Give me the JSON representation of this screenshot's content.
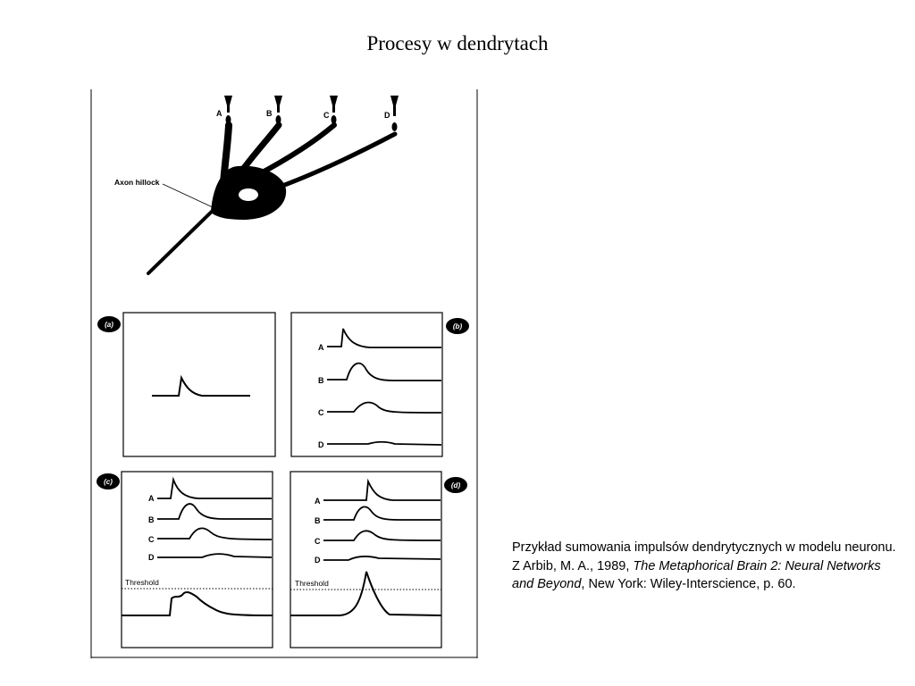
{
  "slide": {
    "title": "Procesy w dendrytach"
  },
  "figure": {
    "dendrite_labels": [
      "A",
      "B",
      "C",
      "D"
    ],
    "axon_hillock_label": "Axon hillock",
    "panels": [
      {
        "id": "a",
        "label": "(a)"
      },
      {
        "id": "b",
        "label": "(b)",
        "trace_labels": [
          "A",
          "B",
          "C",
          "D"
        ]
      },
      {
        "id": "c",
        "label": "(c)",
        "trace_labels": [
          "A",
          "B",
          "C",
          "D"
        ],
        "threshold_label": "Threshold"
      },
      {
        "id": "d",
        "label": "(d)",
        "trace_labels": [
          "A",
          "B",
          "C",
          "D"
        ],
        "threshold_label": "Threshold"
      }
    ]
  },
  "caption": {
    "text_before": "Przykład sumowania impulsów dendrytycznych w modelu neuronu. Z Arbib, M. A., 1989, ",
    "title_italic": "The Metaphorical Brain 2: Neural Networks and Beyond",
    "text_after": ", New York: Wiley-Interscience, p. 60."
  }
}
